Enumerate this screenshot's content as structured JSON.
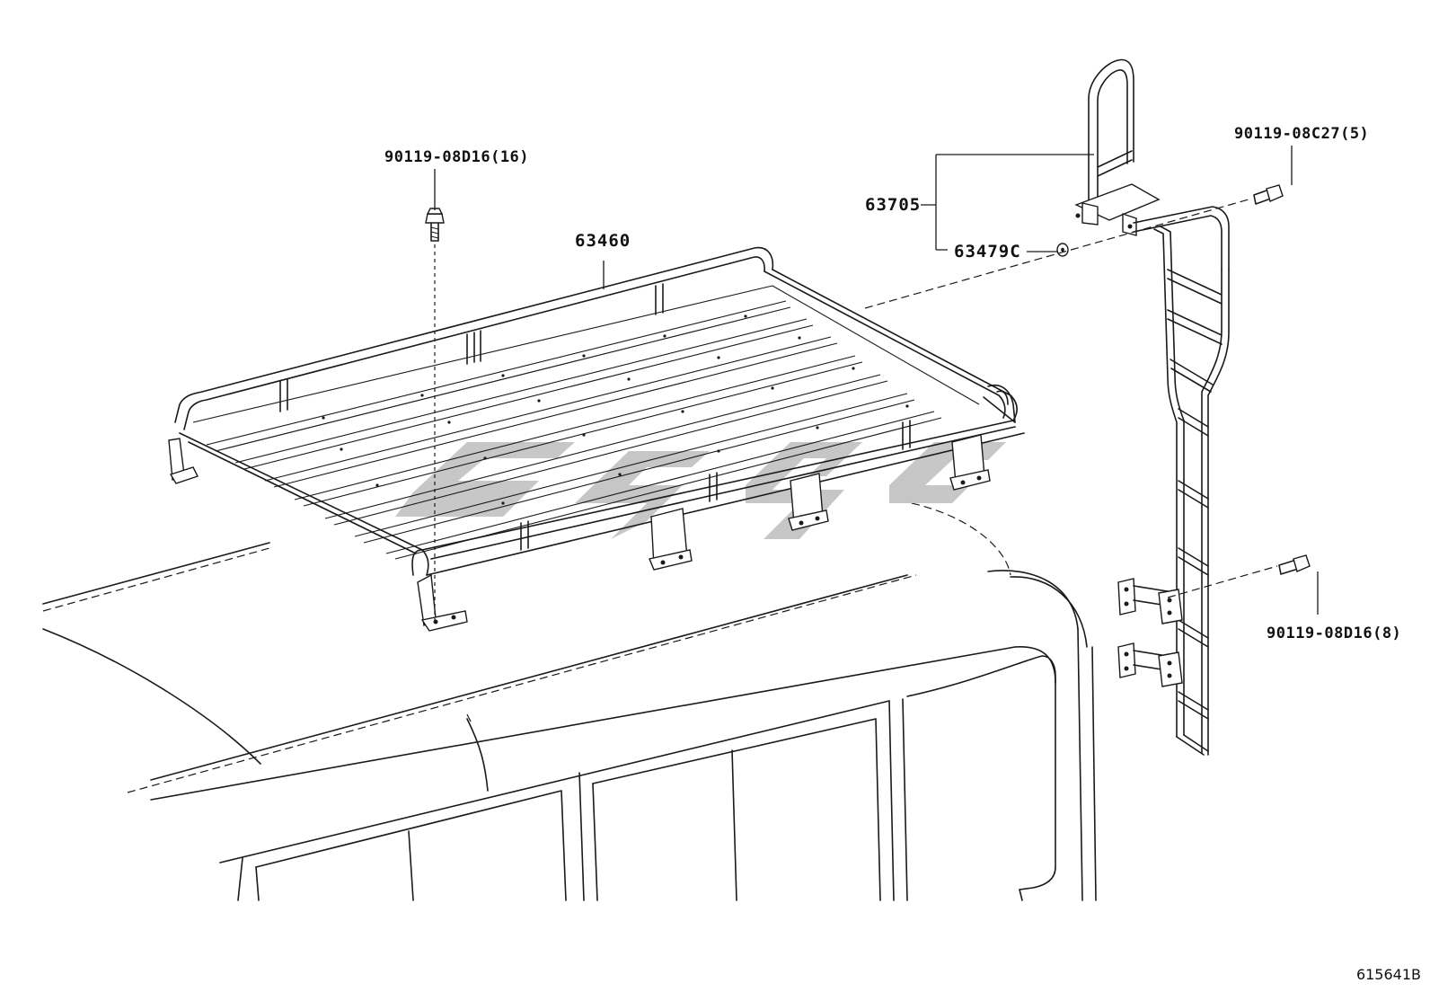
{
  "callouts": {
    "bolt_left": "90119-08D16(16)",
    "rack": "63460",
    "ladder": "63705",
    "washer": "63479C",
    "bolt_top_right": "90119-08C27(5)",
    "bolt_bottom_right": "90119-08D16(8)"
  },
  "diagram_code": "615641B",
  "watermark_color": "#bdbdbd"
}
